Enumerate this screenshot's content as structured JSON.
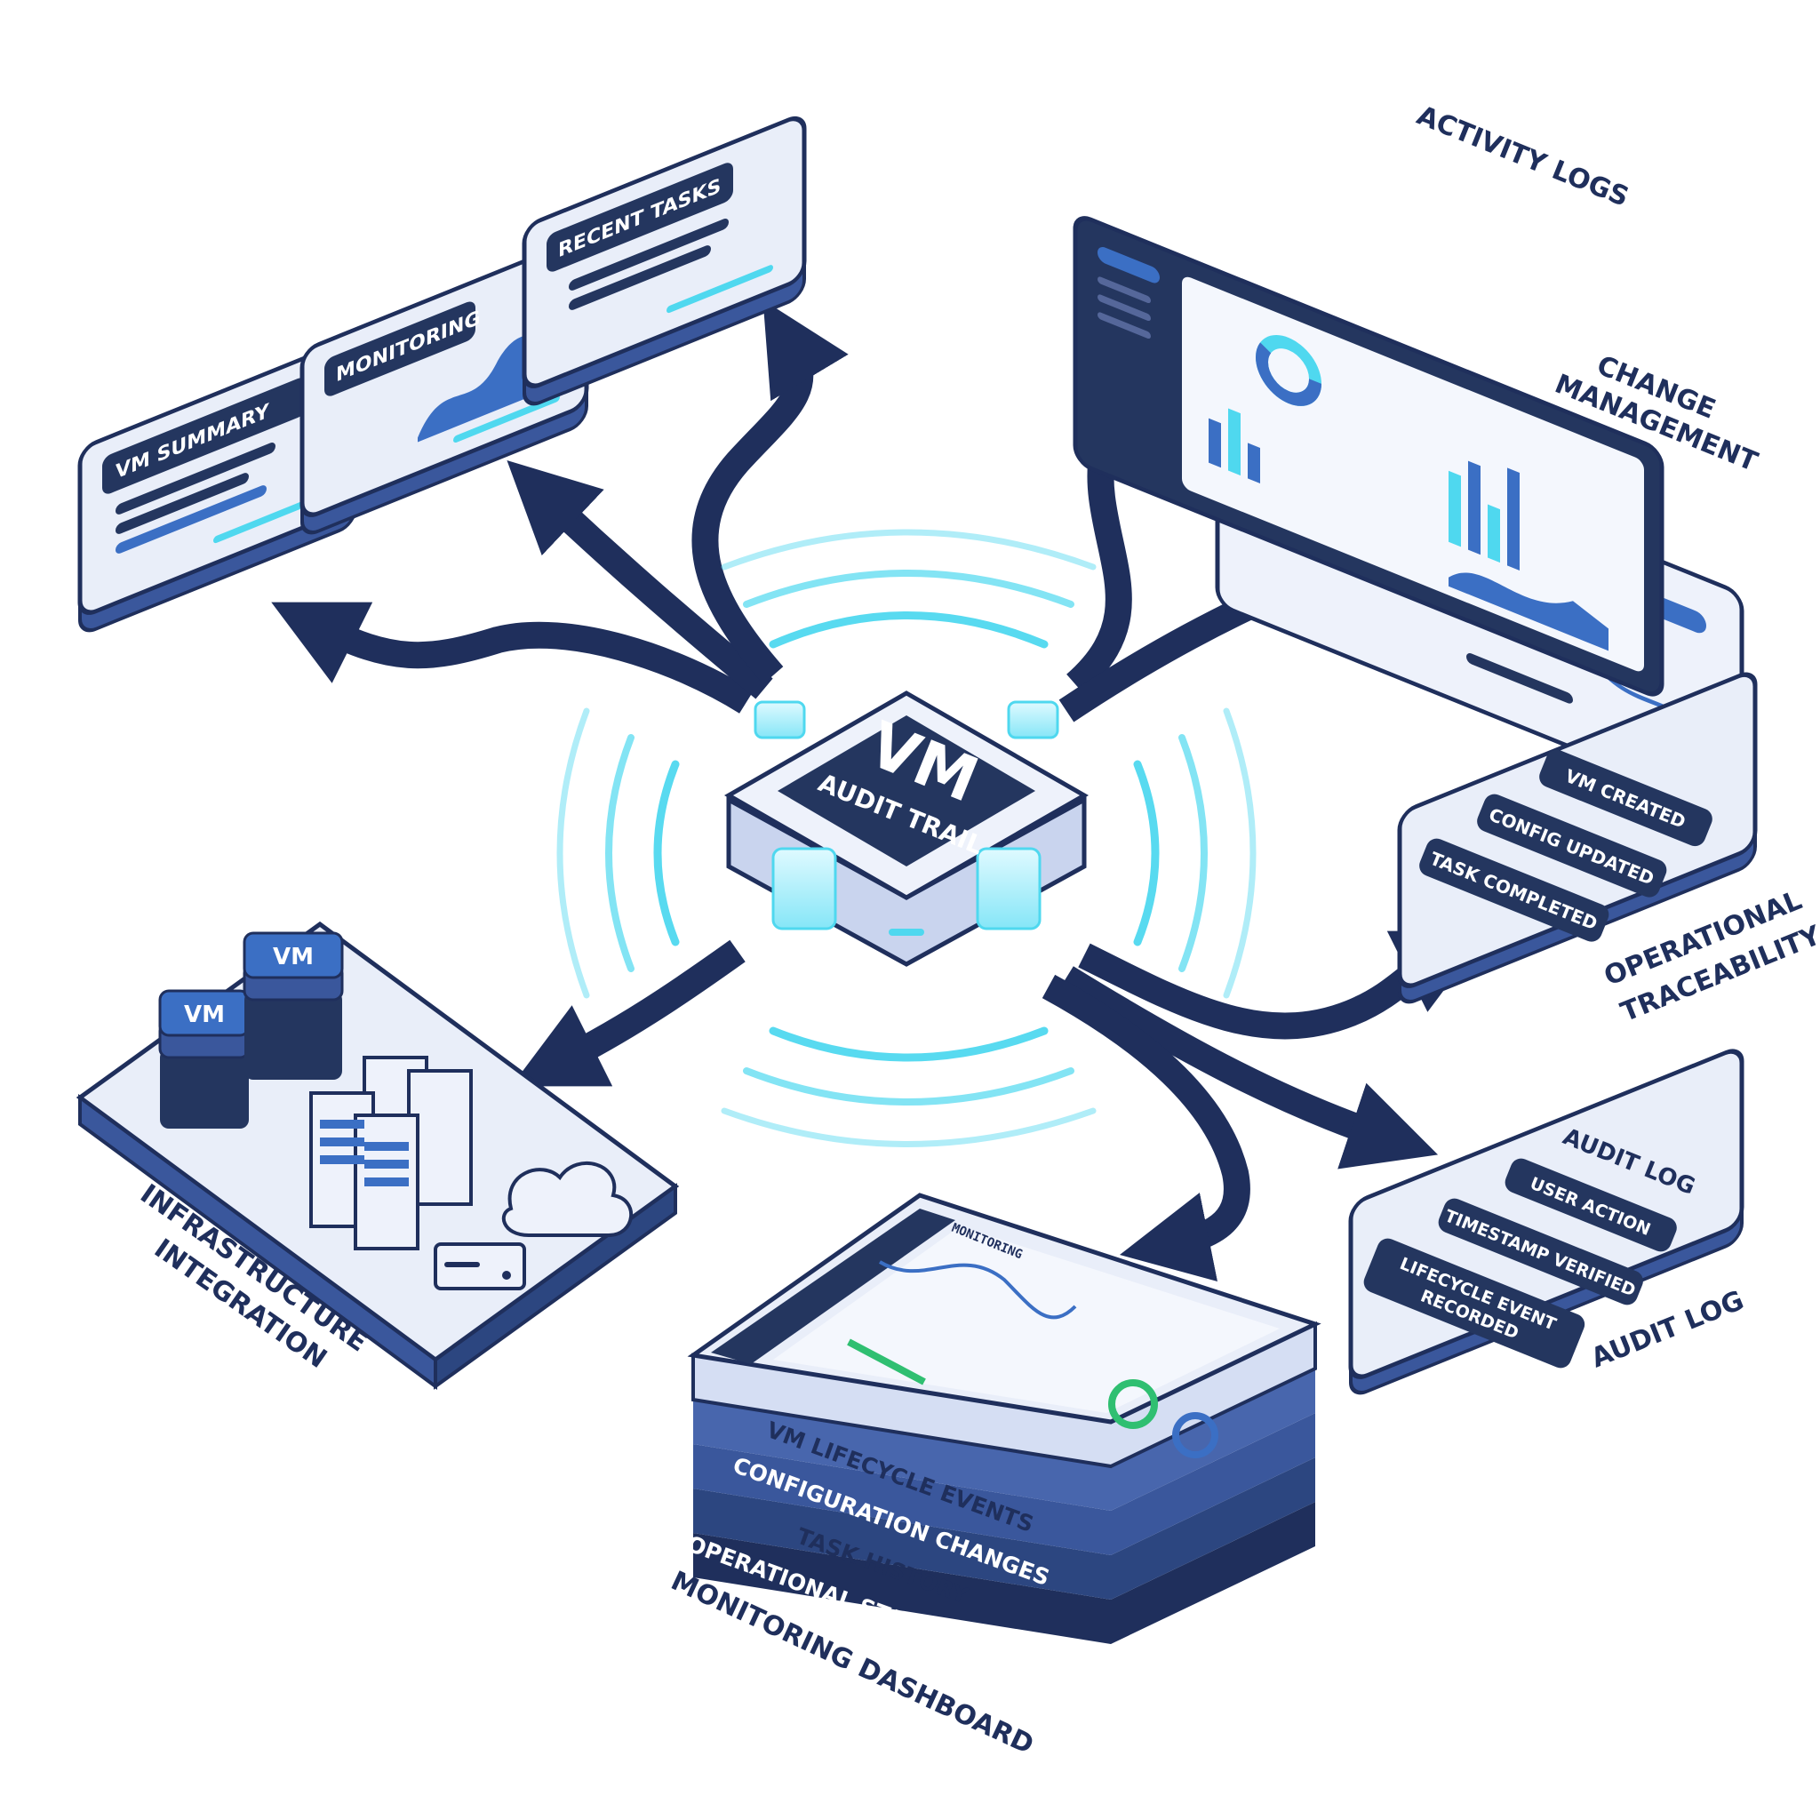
{
  "hub": {
    "title": "VM",
    "subtitle": "AUDIT TRAIL"
  },
  "modules": {
    "vm_summary": "VM SUMMARY",
    "monitoring": "MONITORING",
    "recent_tasks": "RECENT TASKS"
  },
  "labels": {
    "activity_logs": "ACTIVITY LOGS",
    "change_line1": "CHANGE",
    "change_line2": "MANAGEMENT",
    "op_line1": "OPERATIONAL",
    "op_line2": "TRACEABILITY",
    "audit_log_bottom": "AUDIT LOG",
    "infra_line1": "INFRASTRUCTURE",
    "infra_line2": "INTEGRATION",
    "monitoring_dashboard": "MONITORING DASHBOARD"
  },
  "events": [
    "VM CREATED",
    "CONFIG UPDATED",
    "TASK COMPLETED"
  ],
  "audit_card": {
    "title": "AUDIT LOG",
    "items": [
      "USER ACTION",
      "TIMESTAMP VERIFIED",
      "LIFECYCLE EVENT",
      "RECORDED"
    ]
  },
  "infra": {
    "vm_a": "VM",
    "vm_b": "VM"
  },
  "stack": {
    "screen_title": "MONITORING",
    "layers": [
      "VM LIFECYCLE EVENTS",
      "CONFIGURATION CHANGES",
      "TASK HISTORY",
      "OPERATIONAL STATUS METRICS"
    ]
  },
  "colors": {
    "navy": "#1f2f5c",
    "blue": "#3b6fc4",
    "cyan": "#4fd8ef",
    "panel": "#e9eef9"
  }
}
